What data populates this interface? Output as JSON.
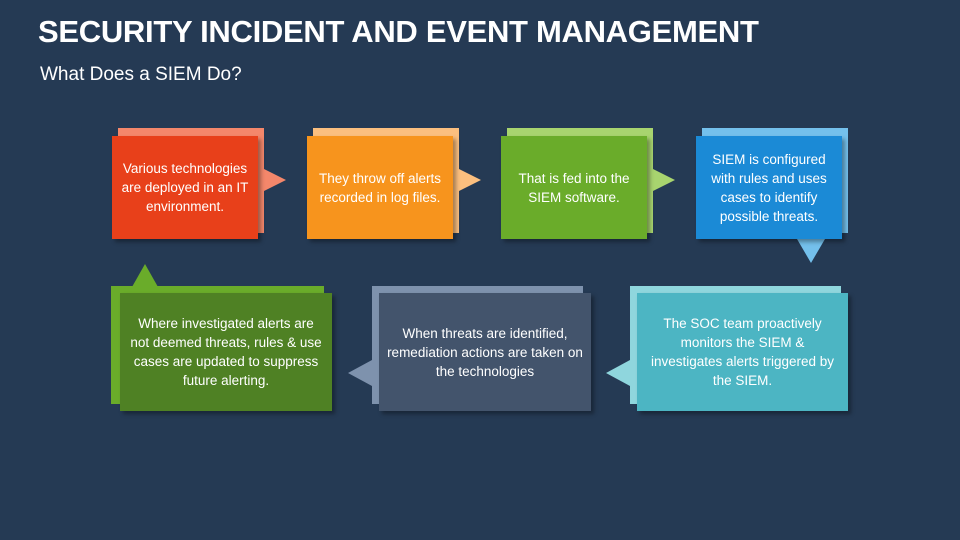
{
  "header": {
    "title": "SECURITY INCIDENT AND EVENT MANAGEMENT",
    "subtitle": "What Does a SIEM Do?"
  },
  "colors": {
    "background": "#253a54"
  },
  "steps": [
    {
      "text": "Various technologies are deployed in an IT environment.",
      "color": "#e8401a",
      "back": "#f4876b"
    },
    {
      "text": "They throw off alerts recorded in log files.",
      "color": "#f7941d",
      "back": "#fbbf7f"
    },
    {
      "text": "That is fed into the SIEM software.",
      "color": "#6aac2a",
      "back": "#a8d46f"
    },
    {
      "text": "SIEM is configured with rules and uses cases to identify possible threats.",
      "color": "#1b8ad6",
      "back": "#74c0ec"
    },
    {
      "text": "The SOC team proactively monitors the SIEM & investigates alerts triggered by the SIEM.",
      "color": "#4cb5c3",
      "back": "#8fd6dd"
    },
    {
      "text": "When threats are identified, remediation actions are taken on the technologies",
      "color": "#43546c",
      "back": "#7e92ad"
    },
    {
      "text": "Where investigated alerts are not deemed threats, rules & use cases are updated to suppress future alerting.",
      "color": "#4f8124",
      "back": "#6aac2a"
    }
  ]
}
